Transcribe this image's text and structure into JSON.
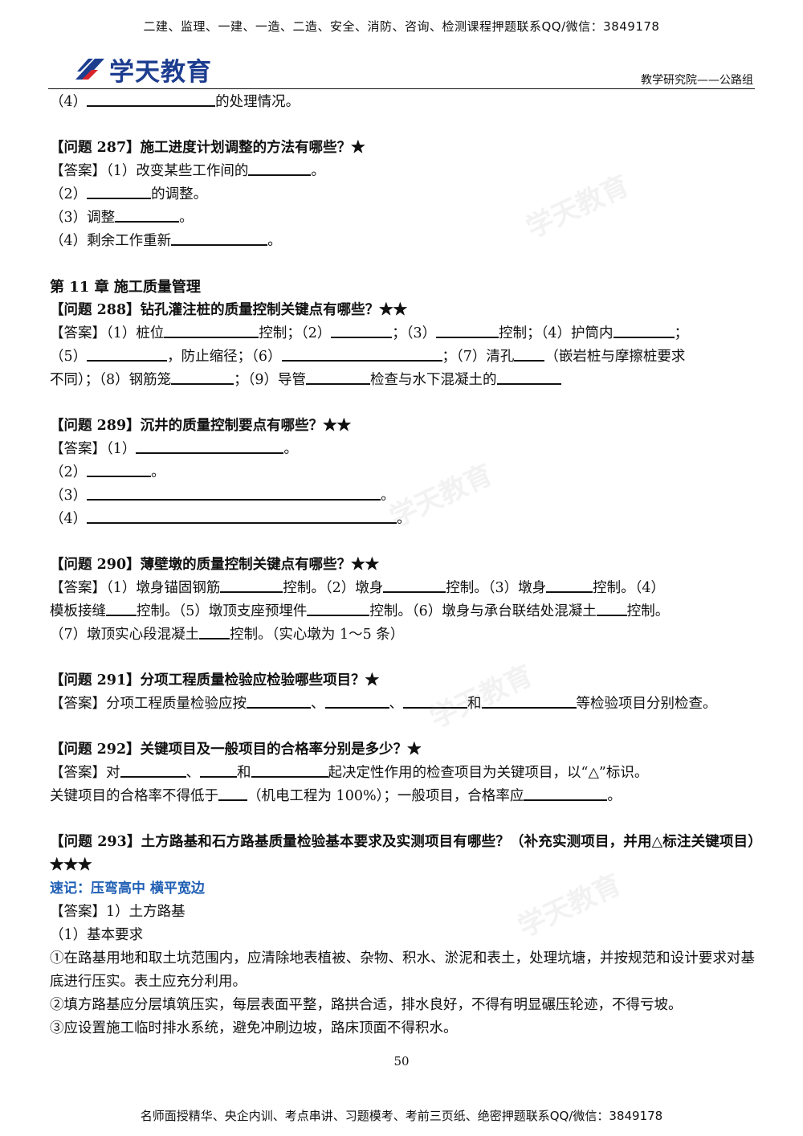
{
  "header": {
    "banner": "二建、监理、一建、一造、二造、安全、消防、咨询、检测课程押题联系QQ/微信：3849178",
    "logo_text": "学天教育",
    "right_text": "教学研究院——公路组"
  },
  "lines": {
    "l1": "（4）",
    "l1b": "的处理情况。",
    "q287": "【问题 287】施工进度计划调整的方法有哪些？★",
    "a287_1a": "【答案】（1）改变某些工作间的",
    "a287_1b": "。",
    "a287_2a": "（2）",
    "a287_2b": "的调整。",
    "a287_3a": "（3）调整",
    "a287_3b": "。",
    "a287_4a": "（4）剩余工作重新",
    "a287_4b": "。",
    "chapter": "第 11 章 施工质量管理",
    "q288": "【问题 288】钻孔灌注桩的质量控制关键点有哪些？★★",
    "a288_1": [
      "【答案】（1）桩位",
      "控制；（2）",
      "；（3）",
      "控制；（4）护筒内",
      "；"
    ],
    "a288_2": [
      "（5）",
      "，防止缩径；（6）",
      "；（7）清孔",
      "（嵌岩桩与摩擦桩要求"
    ],
    "a288_3": [
      "不同）；（8）钢筋笼",
      "；（9）导管",
      "检查与水下混凝土的"
    ],
    "q289": "【问题 289】沉井的质量控制要点有哪些？★★",
    "a289_1a": "【答案】（1）",
    "a289_1b": "。",
    "a289_2a": "（2）",
    "a289_2b": "。",
    "a289_3a": "（3）",
    "a289_3b": "。",
    "a289_4a": "（4）",
    "a289_4b": "。",
    "q290": "【问题 290】薄壁墩的质量控制关键点有哪些？★★",
    "a290_1": [
      "【答案】（1）墩身锚固钢筋",
      "控制。（2）墩身",
      "控制。（3）墩身",
      "控制。（4）"
    ],
    "a290_2": [
      "模板接缝",
      "控制。（5）墩顶支座预埋件",
      "控制。（6）墩身与承台联结处混凝土",
      "控制。"
    ],
    "a290_3": [
      "（7）墩顶实心段混凝土",
      "控制。（实心墩为 1～5 条）"
    ],
    "q291": "【问题 291】分项工程质量检验应检验哪些项目？★",
    "a291": [
      "【答案】分项工程质量检验应按",
      "、",
      "、",
      "和",
      "等检验项目分别检查。"
    ],
    "q292": "【问题 292】关键项目及一般项目的合格率分别是多少？★",
    "a292_1": [
      "【答案】对",
      "、",
      "和",
      "起决定性作用的检查项目为关键项目，以“△”标识。"
    ],
    "a292_2": [
      "关键项目的合格率不得低于",
      "（机电工程为 100%）；一般项目，合格率应",
      "。"
    ],
    "q293": "【问题 293】土方路基和石方路基质量检验基本要求及实测项目有哪些？（补充实测项目，并用△标注关键项目）★★★",
    "mnemonic": "速记：压弯高中 横平宽边",
    "a293_1": "【答案】1）土方路基",
    "a293_2": "（1）基本要求",
    "a293_3": "①在路基用地和取土坑范围内，应清除地表植被、杂物、积水、淤泥和表土，处理坑塘，并按规范和设计要求对基底进行压实。表土应充分利用。",
    "a293_4": "②填方路基应分层填筑压实，每层表面平整，路拱合适，排水良好，不得有明显碾压轮迹，不得亏坡。",
    "a293_5": "③应设置施工临时排水系统，避免冲刷边坡，路床顶面不得积水。"
  },
  "footer": {
    "page_number": "50",
    "banner": "名师面授精华、央企内训、考点串讲、习题模考、考前三页纸、绝密押题联系QQ/微信：3849178"
  },
  "colors": {
    "logo_blue": "#1d3d8f",
    "logo_red": "#d8232a",
    "mnemonic_blue": "#1f5fb4"
  }
}
